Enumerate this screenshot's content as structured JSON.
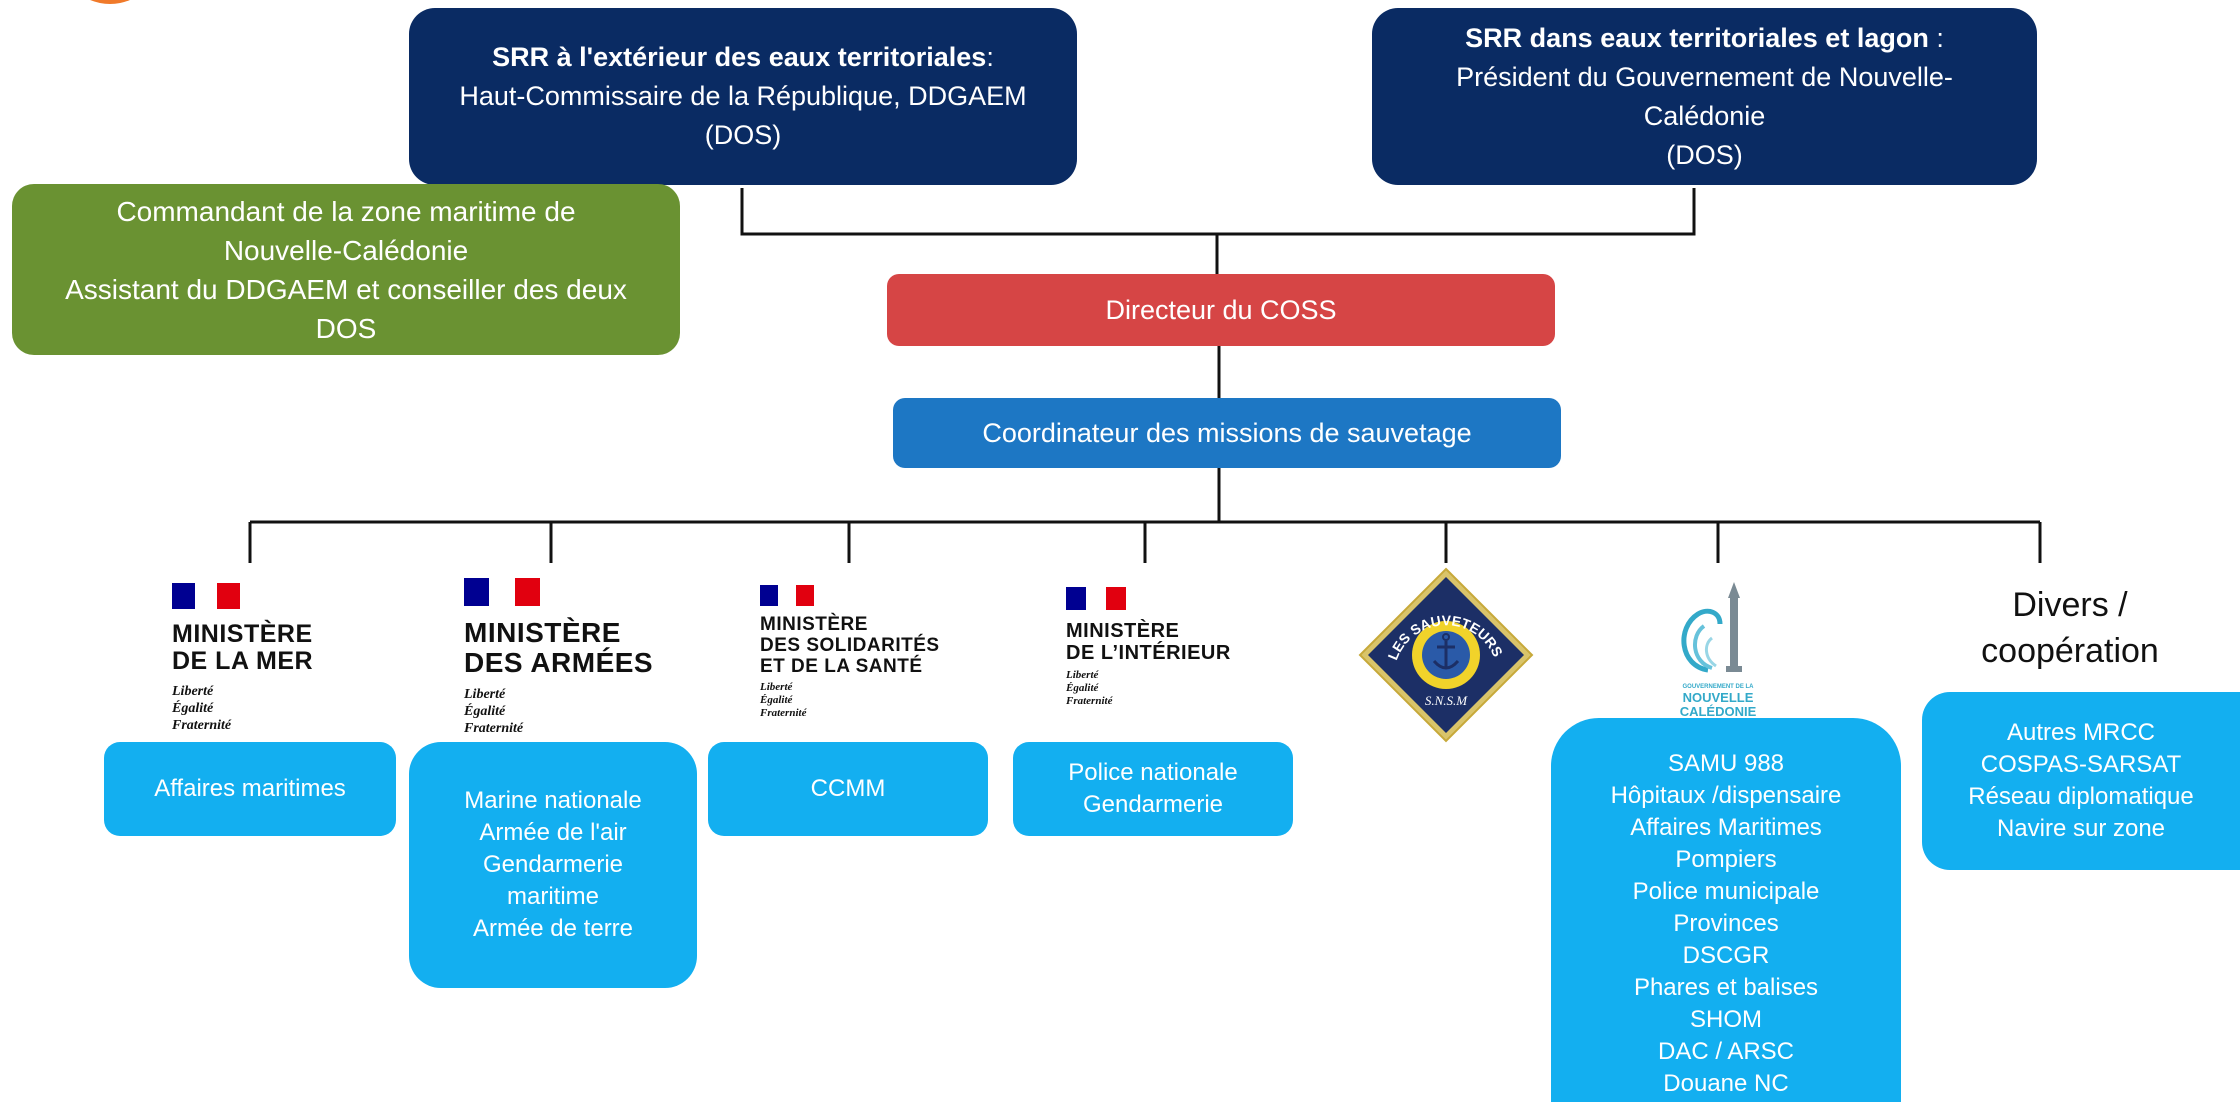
{
  "srr_ext": {
    "title": "SRR à l'extérieur des eaux territoriales",
    "colon": ":",
    "line1": "Haut-Commissaire de la République, DDGAEM",
    "line2": "(DOS)"
  },
  "srr_int": {
    "title": "SRR dans eaux territoriales et lagon",
    "colon": " :",
    "line1": "Président du Gouvernement de Nouvelle-",
    "line2": "Calédonie",
    "line3": "(DOS)"
  },
  "commandant": {
    "line1": "Commandant de la zone maritime de",
    "line2": "Nouvelle-Calédonie",
    "line3": "Assistant du DDGAEM et conseiller des deux",
    "line4": "DOS"
  },
  "directeur": {
    "label": "Directeur du COSS"
  },
  "coordinateur": {
    "label": "Coordinateur des missions de sauvetage"
  },
  "ministeres": [
    {
      "name1": "MINISTÈRE",
      "name2": "DE LA MER",
      "name3": "",
      "motto1": "Liberté",
      "motto2": "Égalité",
      "motto3": "Fraternité"
    },
    {
      "name1": "MINISTÈRE",
      "name2": "DES ARMÉES",
      "name3": "",
      "motto1": "Liberté",
      "motto2": "Égalité",
      "motto3": "Fraternité"
    },
    {
      "name1": "MINISTÈRE",
      "name2": "DES SOLIDARITÉS",
      "name3": "ET DE LA SANTÉ",
      "motto1": "Liberté",
      "motto2": "Égalité",
      "motto3": "Fraternité"
    },
    {
      "name1": "MINISTÈRE",
      "name2": "DE L’INTÉRIEUR",
      "name3": "",
      "motto1": "Liberté",
      "motto2": "Égalité",
      "motto3": "Fraternité"
    }
  ],
  "snsm_logo": {
    "arc": "LES SAUVETEURS EN MER",
    "abbr": "S.N.S.M"
  },
  "nc_logo": {
    "small": "GOUVERNEMENT DE LA",
    "line1": "NOUVELLE",
    "line2": "CALÉDONIE"
  },
  "divers": {
    "line1": "Divers /",
    "line2": "coopération"
  },
  "services": {
    "mer": [
      "Affaires maritimes"
    ],
    "armees": [
      "Marine nationale",
      "Armée de l'air",
      "Gendarmerie",
      "maritime",
      "Armée de terre"
    ],
    "sante": [
      "CCMM"
    ],
    "interieur": [
      "Police nationale",
      "Gendarmerie"
    ],
    "nc": [
      "SAMU 988",
      "Hôpitaux /dispensaire",
      "Affaires Maritimes",
      "Pompiers",
      "Police municipale",
      "Provinces",
      "DSCGR",
      "Phares et balises",
      "SHOM",
      "DAC / ARSC",
      "Douane NC"
    ],
    "divers": [
      "Autres MRCC",
      "COSPAS-SARSAT",
      "Réseau diplomatique",
      "Navire sur zone"
    ]
  },
  "colors": {
    "navy": "#0a2b63",
    "green": "#6a9232",
    "red": "#d64545",
    "blue": "#1d77c4",
    "cyan": "#13aff0",
    "flag_blue": "#000091",
    "flag_red": "#e1000f"
  }
}
